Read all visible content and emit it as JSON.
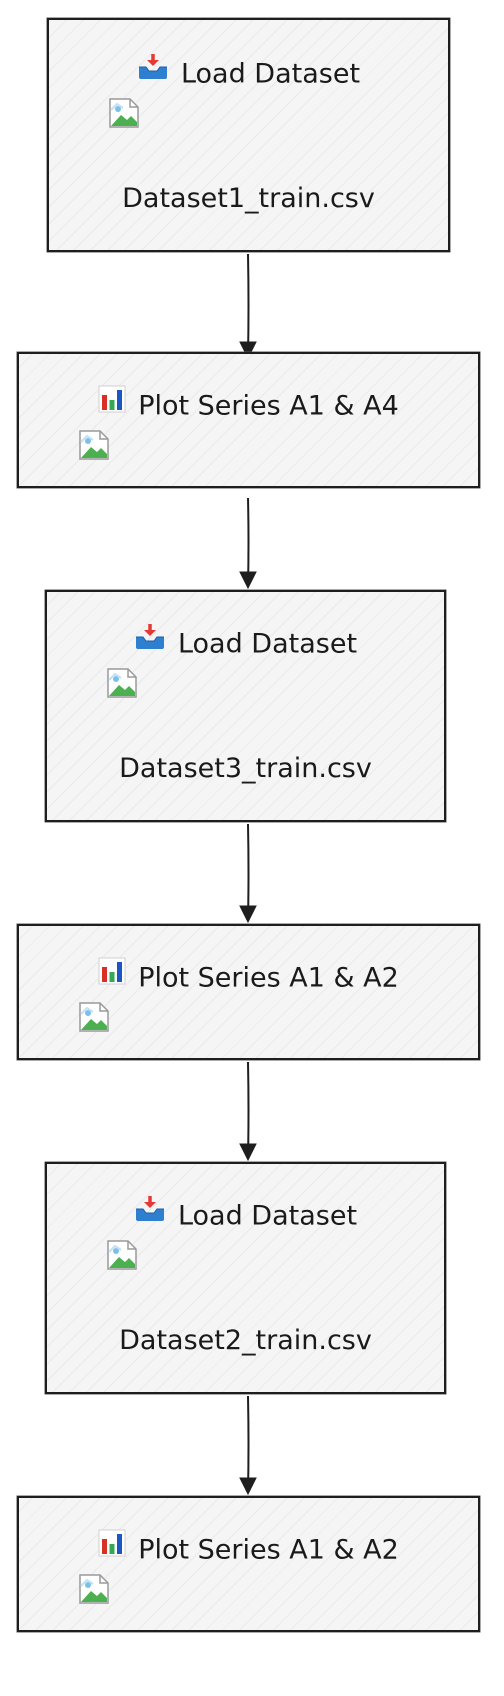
{
  "nodes": [
    {
      "title": "Load Dataset",
      "icon": "inbox-tray-icon",
      "filename": "Dataset1_train.csv"
    },
    {
      "title": "Plot Series A1 & A4",
      "icon": "bar-chart-icon"
    },
    {
      "title": "Load Dataset",
      "icon": "inbox-tray-icon",
      "filename": "Dataset3_train.csv"
    },
    {
      "title": "Plot Series A1 & A2",
      "icon": "bar-chart-icon"
    },
    {
      "title": "Load Dataset",
      "icon": "inbox-tray-icon",
      "filename": "Dataset2_train.csv"
    },
    {
      "title": "Plot Series A1 & A2",
      "icon": "bar-chart-icon"
    }
  ],
  "colors": {
    "stroke": "#1e1e1e",
    "fill": "#f5f5f5",
    "chart_red": "#d93025",
    "chart_green": "#34a853",
    "chart_blue": "#1a56c4",
    "tray_blue": "#2f7fd0",
    "arrow_red": "#e53935"
  }
}
